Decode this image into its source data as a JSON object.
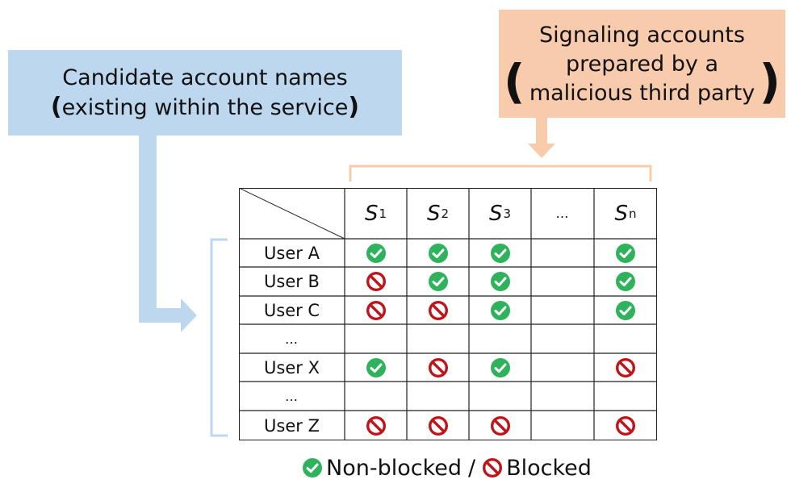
{
  "candidate_box": {
    "line1": "Candidate account names",
    "line2_open": "(",
    "line2_text": "existing within the service",
    "line2_close": ")"
  },
  "signaling_box": {
    "line1": "Signaling accounts",
    "line2": "prepared by a",
    "line3": "malicious third party",
    "paren_open": "(",
    "paren_close": ")"
  },
  "table": {
    "columns": [
      {
        "base": "S",
        "sub": "1"
      },
      {
        "base": "S",
        "sub": "2"
      },
      {
        "base": "S",
        "sub": "3"
      },
      {
        "ellipsis": "…"
      },
      {
        "base": "S",
        "sub": "n"
      }
    ],
    "rows": [
      {
        "label": "User A",
        "cells": [
          "ok",
          "ok",
          "ok",
          "",
          "ok"
        ]
      },
      {
        "label": "User B",
        "cells": [
          "blocked",
          "ok",
          "ok",
          "",
          "ok"
        ]
      },
      {
        "label": "User C",
        "cells": [
          "blocked",
          "blocked",
          "ok",
          "",
          "ok"
        ]
      },
      {
        "label": "…",
        "cells": [
          "",
          "",
          "",
          "",
          ""
        ]
      },
      {
        "label": "User X",
        "cells": [
          "ok",
          "blocked",
          "ok",
          "",
          "blocked"
        ]
      },
      {
        "label": "…",
        "cells": [
          "",
          "",
          "",
          "",
          ""
        ]
      },
      {
        "label": "User Z",
        "cells": [
          "blocked",
          "blocked",
          "blocked",
          "",
          "blocked"
        ]
      }
    ]
  },
  "legend": {
    "ok_label": "Non-blocked",
    "separator": "/",
    "blocked_label": "Blocked"
  },
  "colors": {
    "blue_box": "#bdd7ee",
    "orange_box": "#f8cbad",
    "ok_icon": "#2eb35c",
    "blocked_icon": "#c0141b",
    "blue_arrow": "#bdd7ee",
    "orange_arrow": "#f8cbad"
  },
  "icons": {
    "ok": "check-circle-icon",
    "blocked": "prohibited-icon"
  }
}
